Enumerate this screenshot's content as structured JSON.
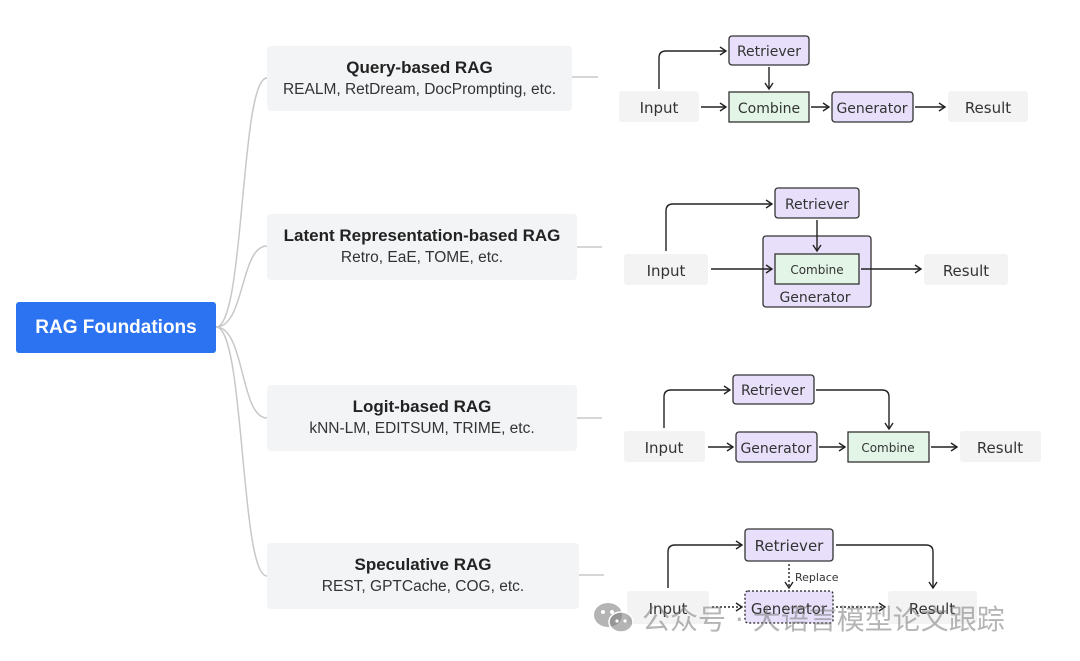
{
  "root": {
    "label": "RAG Foundations"
  },
  "categories": [
    {
      "title": "Query-based RAG",
      "examples": "REALM, RetDream, DocPrompting, etc."
    },
    {
      "title": "Latent Representation-based RAG",
      "examples": "Retro, EaE, TOME, etc."
    },
    {
      "title": "Logit-based RAG",
      "examples": "kNN-LM, EDITSUM, TRIME, etc."
    },
    {
      "title": "Speculative RAG",
      "examples": "REST, GPTCache, COG, etc."
    }
  ],
  "diagrams": {
    "query": {
      "input": "Input",
      "retriever": "Retriever",
      "combine": "Combine",
      "generator": "Generator",
      "result": "Result"
    },
    "latent": {
      "input": "Input",
      "retriever": "Retriever",
      "combine": "Combine",
      "generator": "Generator",
      "result": "Result"
    },
    "logit": {
      "input": "Input",
      "retriever": "Retriever",
      "generator": "Generator",
      "combine": "Combine",
      "result": "Result"
    },
    "speculative": {
      "input": "Input",
      "retriever": "Retriever",
      "replace": "Replace",
      "generator": "Generator",
      "result": "Result"
    }
  },
  "colors": {
    "root": "#2b73f0",
    "category_bg": "#f3f4f6",
    "retriever_fill": "#e8e0fb",
    "combine_fill": "#e2f5e6",
    "io_fill": "#f3f3f3",
    "connector": "#c8c8c8"
  },
  "watermark": {
    "text": "公众号 · 大语言模型论文跟踪",
    "icon": "wechat-icon"
  }
}
